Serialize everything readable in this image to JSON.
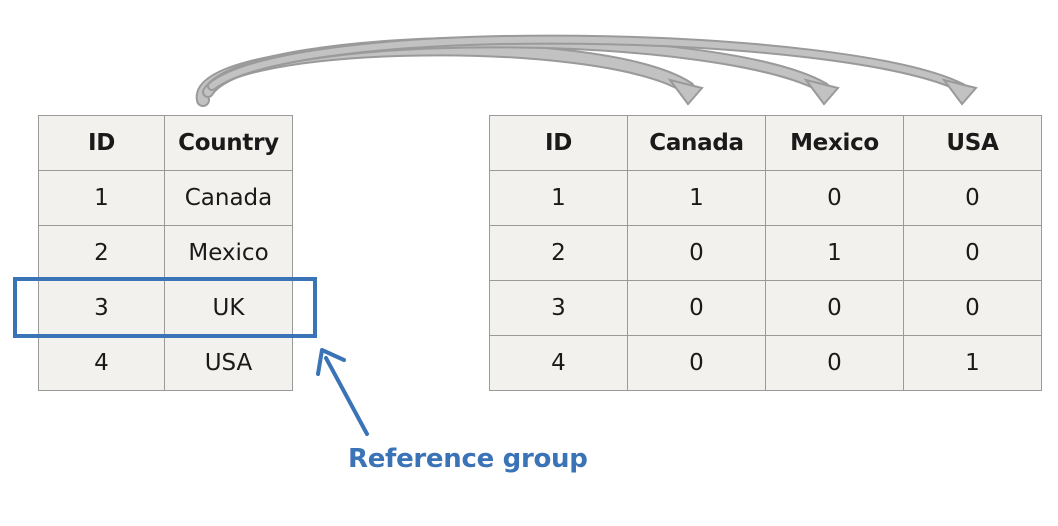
{
  "source_table": {
    "headers": [
      "ID",
      "Country"
    ],
    "rows": [
      [
        "1",
        "Canada"
      ],
      [
        "2",
        "Mexico"
      ],
      [
        "3",
        "UK"
      ],
      [
        "4",
        "USA"
      ]
    ]
  },
  "encoded_table": {
    "headers": [
      "ID",
      "Canada",
      "Mexico",
      "USA"
    ],
    "rows": [
      [
        "1",
        "1",
        "0",
        "0"
      ],
      [
        "2",
        "0",
        "1",
        "0"
      ],
      [
        "3",
        "0",
        "0",
        "0"
      ],
      [
        "4",
        "0",
        "0",
        "1"
      ]
    ]
  },
  "reference_group": {
    "label": "Reference group",
    "highlight_row": "3",
    "color": "#3a73b6"
  },
  "colors": {
    "cell_fill": "#f3f1ed",
    "grid_line": "#9a9a9a",
    "arrow_fill": "#bdbdbd",
    "arrow_stroke": "#9a9a9a",
    "highlight": "#3a73b6"
  }
}
